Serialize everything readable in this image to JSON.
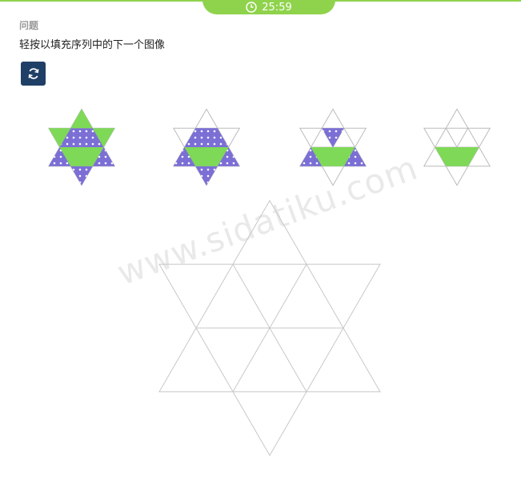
{
  "timer": {
    "text": "25:59",
    "icon": "clock-icon"
  },
  "question": {
    "label": "问题",
    "text": "轻按以填充序列中的下一个图像"
  },
  "refresh_button": {
    "icon": "refresh-icon"
  },
  "watermark": "www.sidatiku.com",
  "colors": {
    "accent": "#8fd34c",
    "button": "#1f3f66",
    "green_fill": "#7ed957",
    "purple_fill": "#7b6fd6",
    "outline": "#bbbbbb"
  },
  "sequence": [
    {
      "name": "pattern-1",
      "green": [
        "top",
        "tl",
        "tr",
        "m1",
        "m2",
        "m3",
        "bl",
        "br"
      ],
      "purple": [
        "r1a",
        "r1b",
        "r1c",
        "r2a",
        "r2b",
        "bottom"
      ]
    },
    {
      "name": "pattern-2",
      "green": [
        "m1",
        "m2",
        "m3"
      ],
      "purple": [
        "r1a",
        "r1b",
        "r1c",
        "r2a",
        "r2b",
        "bottom"
      ]
    },
    {
      "name": "pattern-3",
      "green": [
        "m1",
        "m2",
        "m3"
      ],
      "purple": [
        "r1b",
        "r2a",
        "r2b"
      ]
    },
    {
      "name": "pattern-4",
      "green": [
        "m1",
        "m2",
        "m3"
      ],
      "purple": []
    }
  ]
}
